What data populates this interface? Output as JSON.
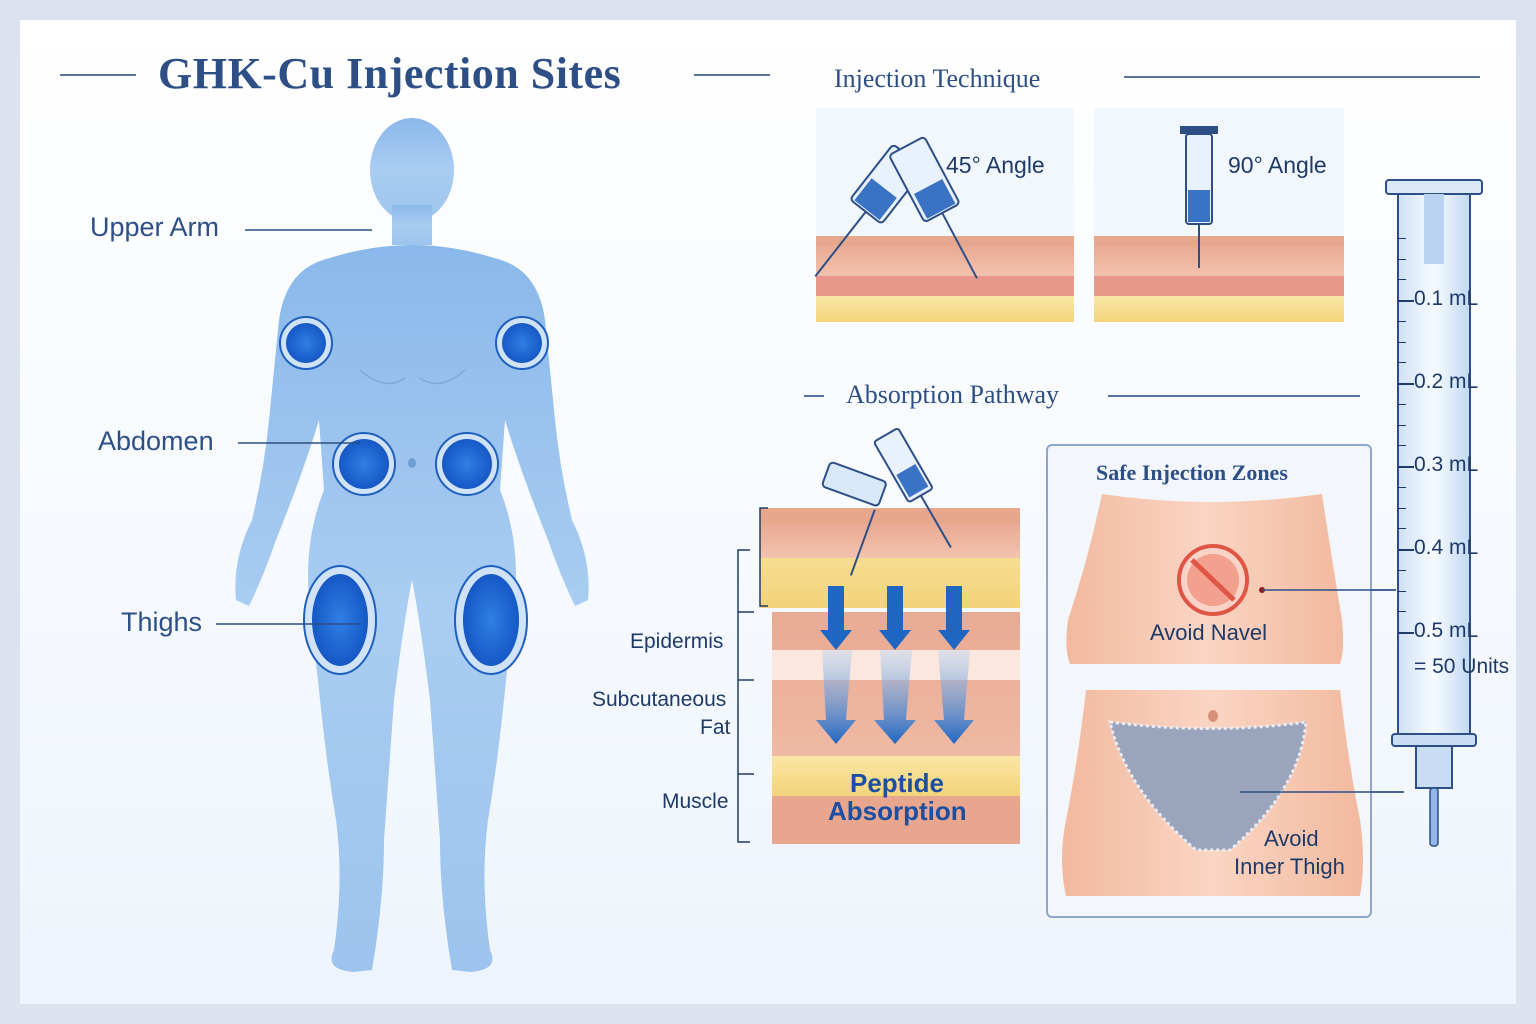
{
  "title": "GHK-Cu Injection Sites",
  "body_sites": {
    "upper_arm": "Upper Arm",
    "abdomen": "Abdomen",
    "thighs": "Thighs"
  },
  "technique": {
    "heading": "Injection Technique",
    "angle_45": "45° Angle",
    "angle_90": "90° Angle"
  },
  "absorption": {
    "heading": "Absorption Pathway",
    "layers": [
      "Epidermis",
      "Subcutaneous",
      "Fat",
      "Muscle"
    ],
    "center_label_1": "Peptide",
    "center_label_2": "Absorption"
  },
  "safe_zones": {
    "heading": "Safe Injection Zones",
    "navel": "Avoid Navel",
    "thigh_1": "Avoid",
    "thigh_2": "Inner Thigh"
  },
  "syringe": {
    "ticks": [
      "0.1 mL",
      "0.2 mL",
      "0.3 mL",
      "0.4 mL",
      "0.5 mL"
    ],
    "units": "= 50 Units"
  },
  "colors": {
    "navy": "#2d4f86",
    "body_blue": "#9cc4ee",
    "site_blue": "#1a64cf",
    "skin_pink": "#f0b6a2",
    "fat_yellow": "#f7dc8a"
  }
}
